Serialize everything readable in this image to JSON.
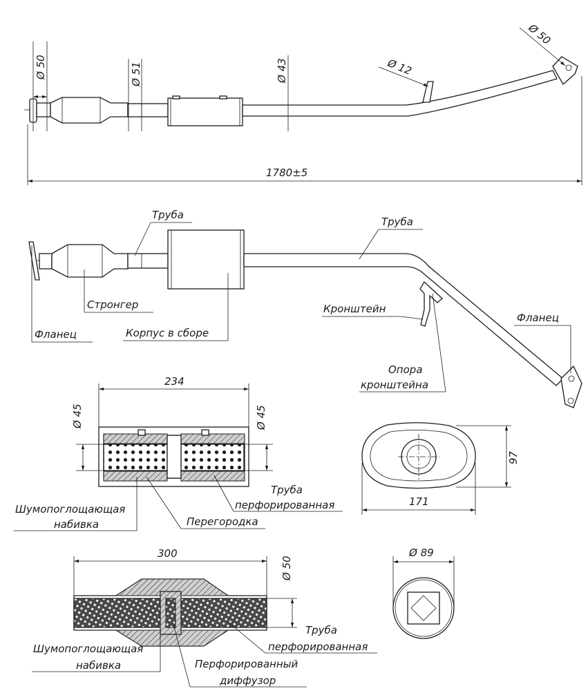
{
  "top_view": {
    "dims": {
      "flange_d": "Ø 50",
      "pipe_d1": "Ø 51",
      "pipe_d2": "Ø 43",
      "bracket_d": "Ø 12",
      "end_d": "Ø 50",
      "length": "1780±5"
    }
  },
  "side_view": {
    "labels": {
      "pipe_left": "Труба",
      "pipe_right": "Труба",
      "stronger": "Стронгер",
      "flange_left": "Фланец",
      "housing": "Корпус в сборе",
      "bracket": "Кронштейн",
      "flange_right": "Фланец",
      "support_line1": "Опора",
      "support_line2": "кронштейна"
    }
  },
  "muffler_section": {
    "length": "234",
    "d_left": "Ø 45",
    "d_right": "Ø 45",
    "packing_line1": "Шумопоглощающая",
    "packing_line2": "набивка",
    "partition": "Перегородка",
    "pipe_line1": "Труба",
    "pipe_line2": "перфорированная"
  },
  "oval_section": {
    "height": "97",
    "width": "171"
  },
  "stronger_section": {
    "length": "300",
    "d": "Ø 50",
    "pipe_line1": "Труба",
    "pipe_line2": "перфорированная",
    "packing_line1": "Шумопоглощающая",
    "packing_line2": "набивка",
    "diffuser_line1": "Перфорированный",
    "diffuser_line2": "диффузор"
  },
  "round_section": {
    "d": "Ø 89"
  }
}
